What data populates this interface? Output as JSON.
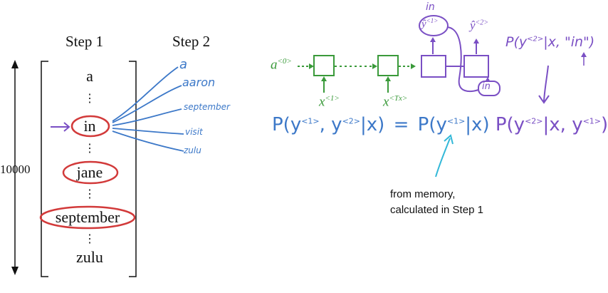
{
  "step1_title": "Step 1",
  "step2_title": "Step 2",
  "vocab_size_label": "10000",
  "vocab_list": {
    "a": "a",
    "in": "in",
    "jane": "jane",
    "september": "september",
    "zulu": "zulu"
  },
  "vertical_ellipsis": "⋮",
  "step2_words": [
    "a",
    "aaron",
    "september",
    "visit",
    "zulu"
  ],
  "rnn": {
    "a0": "a",
    "a0_sup": "<0>",
    "x1": "x",
    "x1_sup": "<1>",
    "xTx": "x",
    "xTx_sup": "<Tx>",
    "y1_top": "in",
    "y1": "ŷ",
    "y1_sup": "<1>",
    "y2": "ŷ",
    "y2_sup": "<2>",
    "in_box": "in",
    "prob_label": "P(y",
    "prob_sup": "<2>",
    "prob_rest": "|x, \"in\")"
  },
  "equation": {
    "lhs": "P(y",
    "lhs_sup1": "<1>",
    "lhs_mid": ", y",
    "lhs_sup2": "<2>",
    "lhs_end": "|x)",
    "eq": "=",
    "r1": "P(y",
    "r1_sup": "<1>",
    "r1_end": "|x)",
    "r2": "P(y",
    "r2_sup": "<2>",
    "r2_end": "|x, y",
    "r2_sup2": "<1>",
    "r2_close": ")"
  },
  "note_line1": "from memory,",
  "note_line2": "calculated in Step 1",
  "colors": {
    "blue_ink": "#3c78c8",
    "green_ink": "#3a9a3a",
    "purple_ink": "#7a4fc4",
    "red_ink": "#d23a3a",
    "cyan_ink": "#33b8d8"
  }
}
